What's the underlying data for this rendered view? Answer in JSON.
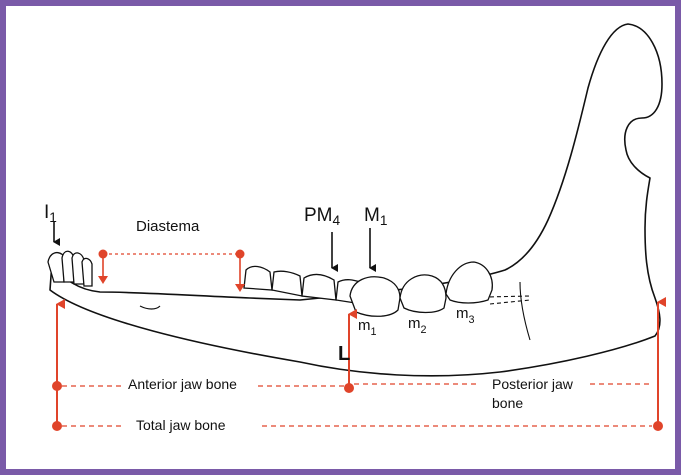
{
  "colors": {
    "frame": "#7a5aa8",
    "measure": "#e0442a",
    "ink": "#111111"
  },
  "labels": {
    "incisor": "I",
    "incisor_sub": "1",
    "diastema": "Diastema",
    "premolar": "PM",
    "premolar_sub": "4",
    "molar": "M",
    "molar_sub": "1",
    "m1": "m",
    "m1_sub": "1",
    "m2": "m",
    "m2_sub": "2",
    "m3": "m",
    "m3_sub": "3",
    "height": "L",
    "anterior": "Anterior jaw bone",
    "posterior_line1": "Posterior jaw",
    "posterior_line2": "bone",
    "total": "Total jaw bone"
  }
}
